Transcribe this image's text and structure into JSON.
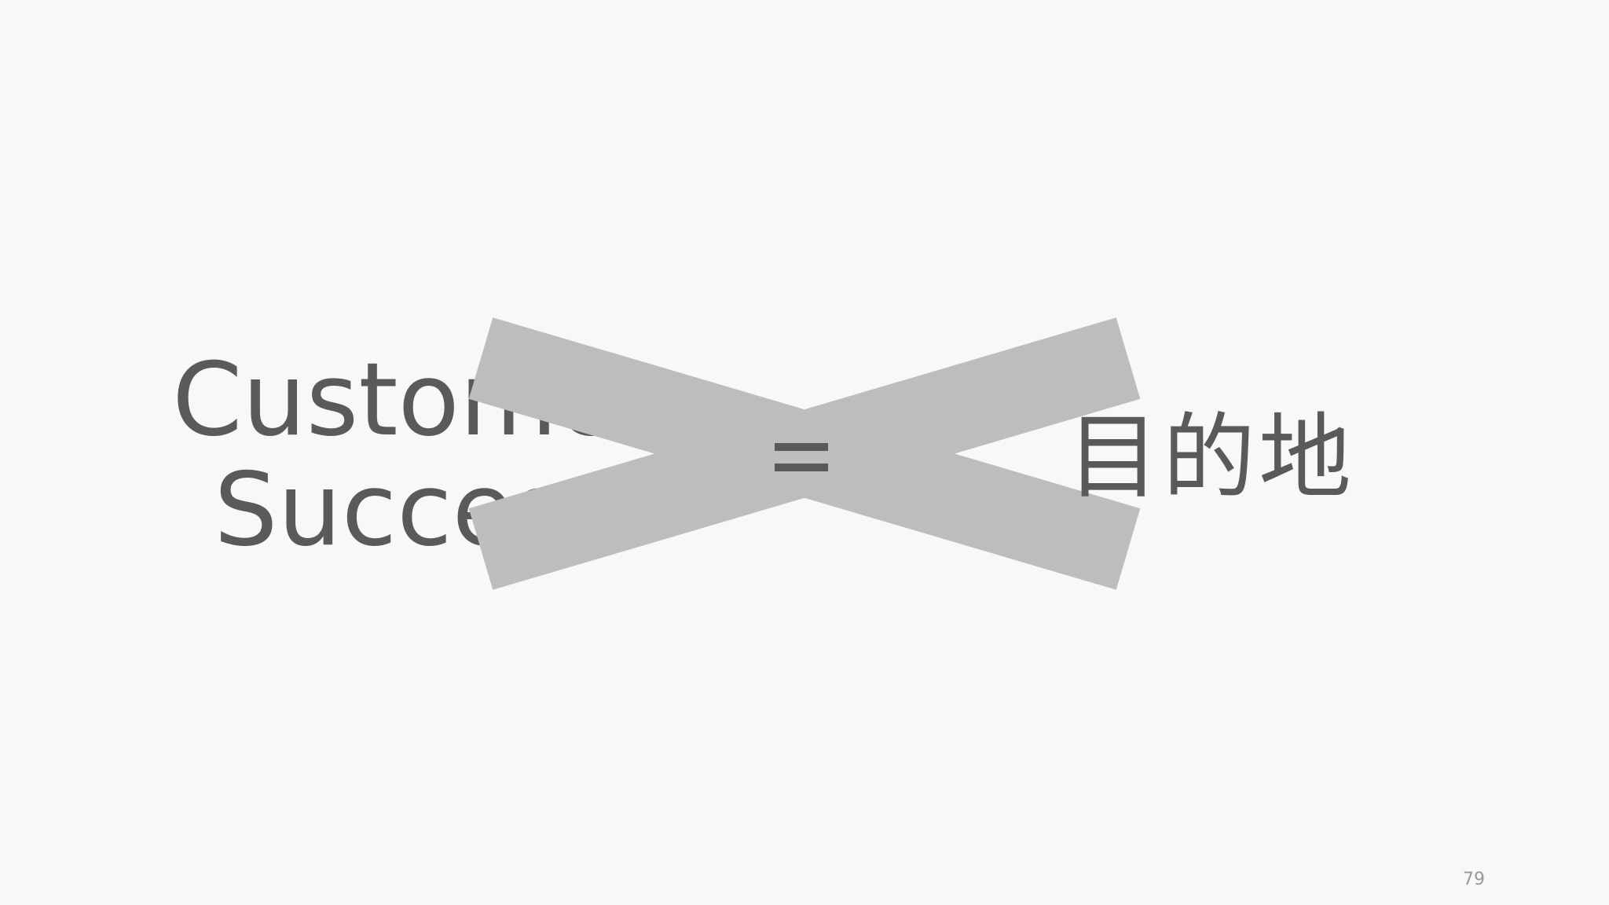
{
  "slide": {
    "left_line1": "Customer",
    "left_line2": "Success",
    "right_text": "目的地",
    "page_number": "79"
  },
  "colors": {
    "background": "#f8f8f8",
    "text": "#5a5a5a",
    "cross": "#bdbdbd",
    "page_number": "#999999"
  },
  "icons": {
    "cross_mark": "x-cross-icon",
    "equals": "equals-icon"
  }
}
